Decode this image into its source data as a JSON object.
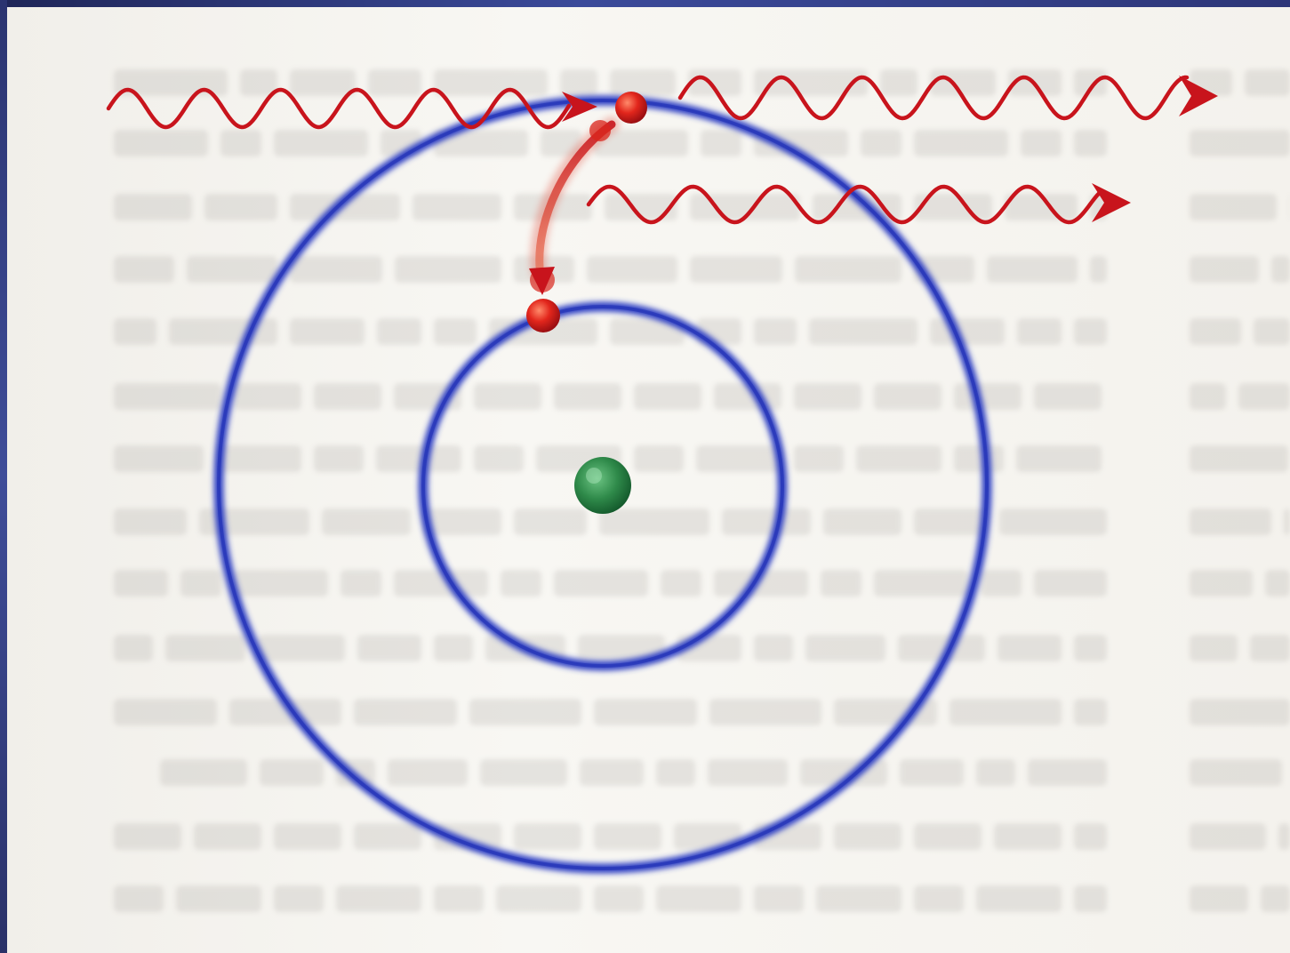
{
  "diagram": {
    "colors": {
      "orbit": "#2f3fc4",
      "photon": "#c8141c",
      "electron": "#d9261c",
      "nucleus": "#2f8a4a",
      "page": "#f6f4ef",
      "bleed_text": "#9c9894"
    },
    "elements": {
      "nucleus": "nucleus",
      "inner_orbit": "inner-orbit",
      "outer_orbit": "outer-orbit",
      "incident_photon": "incoming-photon-wave",
      "stimulated_photons": [
        "outgoing-photon-wave-upper",
        "outgoing-photon-wave-lower"
      ],
      "electron_excited": "electron-excited",
      "electron_ground": "electron-ground",
      "transition": "electron-transition-arrow"
    }
  }
}
